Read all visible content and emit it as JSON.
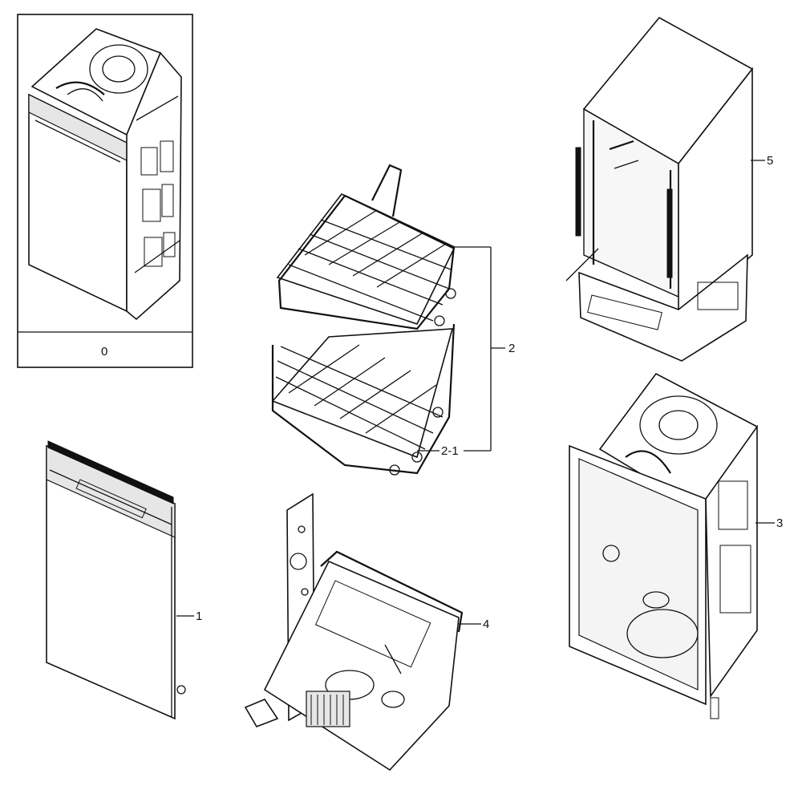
{
  "diagram": {
    "callouts": {
      "assembly": "0",
      "door": "1",
      "racks": "2",
      "rack_sub": "2-1",
      "tub": "3",
      "base": "4",
      "cabinet": "5"
    }
  }
}
